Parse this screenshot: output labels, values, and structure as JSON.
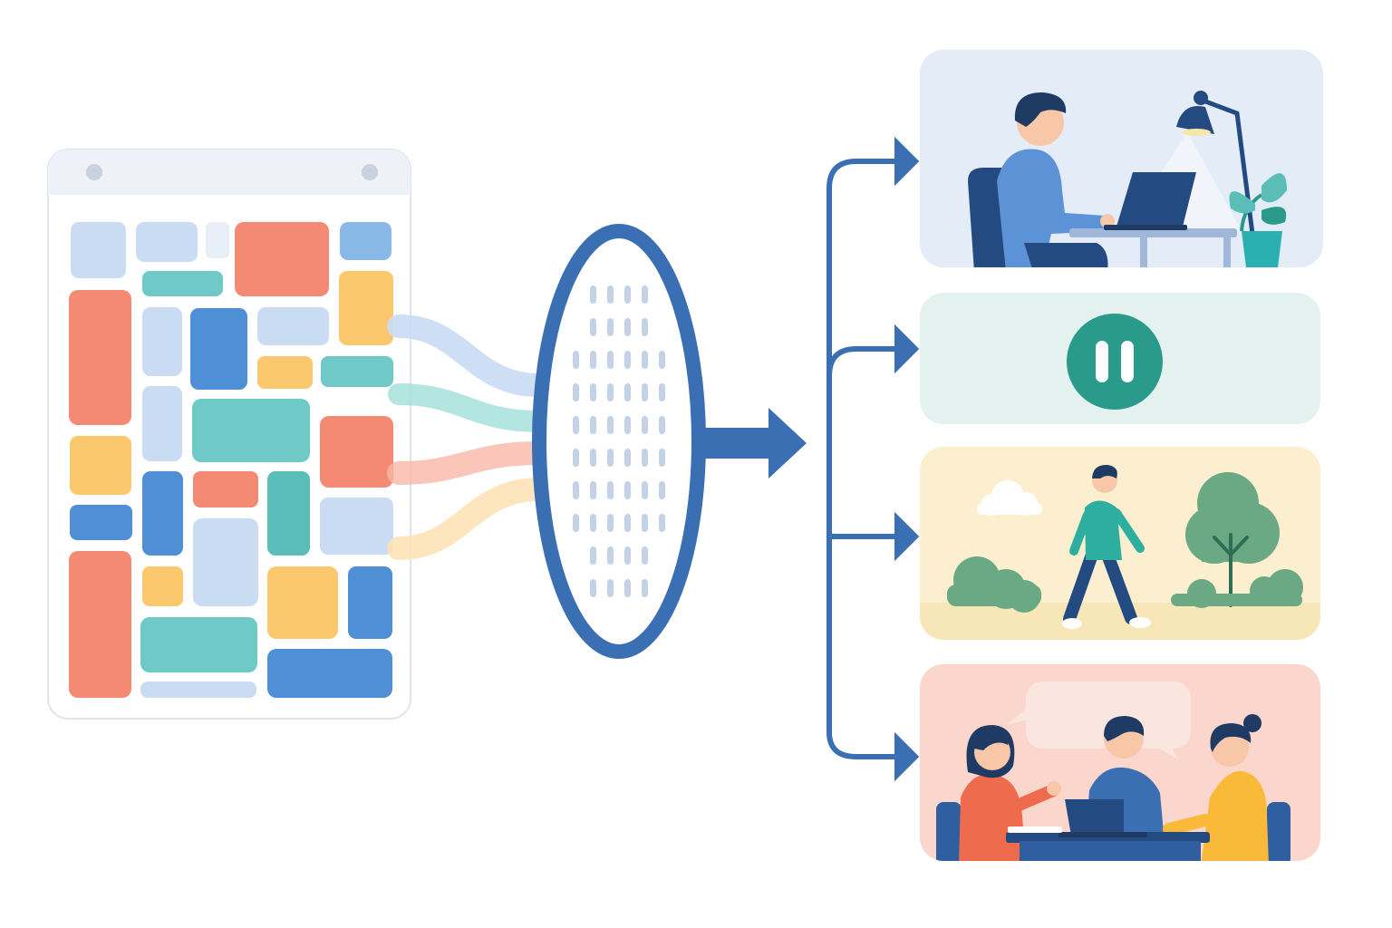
{
  "colors": {
    "background": "#ffffff",
    "window_frame": "#dfe5ef",
    "window_titlebar": "#eef2f8",
    "coral": "#f48a74",
    "yellow": "#fbc86e",
    "teal": "#6fcac7",
    "blue": "#4f8fd6",
    "light_blue": "#c9dcf4",
    "dark_blue": "#3b6fb3",
    "navy": "#234b82",
    "pause_green": "#2a9a8a"
  },
  "icons": {
    "calendar_window": "schedule-window-icon",
    "filter": "sieve-filter-icon",
    "main_arrow": "arrow-right-icon",
    "branch": "branch-arrows-icon",
    "focus_work": "person-at-desk-icon",
    "pause": "pause-icon",
    "walk": "person-walking-icon",
    "meeting": "group-meeting-icon"
  },
  "panels": [
    {
      "id": "focus-work",
      "icon": "person-at-desk-icon",
      "bg": "#e4ecf8"
    },
    {
      "id": "break",
      "icon": "pause-icon",
      "bg": "#e3f2ef"
    },
    {
      "id": "walk",
      "icon": "person-walking-icon",
      "bg": "#fbefcf"
    },
    {
      "id": "meeting",
      "icon": "group-meeting-icon",
      "bg": "#fad6cc"
    }
  ]
}
